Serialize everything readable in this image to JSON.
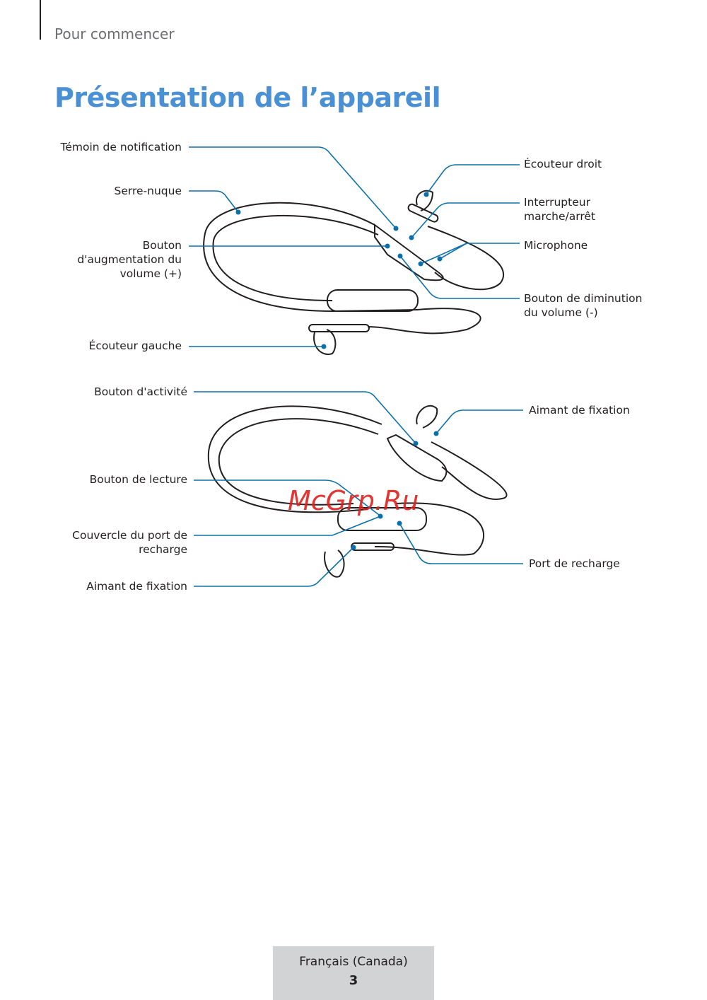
{
  "header": {
    "section": "Pour commencer",
    "title": "Présentation de l’appareil"
  },
  "diagram_top": {
    "labels": {
      "notification": "Témoin de notification",
      "neckband": "Serre-nuque",
      "volume_up": [
        "Bouton",
        "d'augmentation du",
        "volume (+)"
      ],
      "left_earbud": "Écouteur gauche",
      "right_earbud": "Écouteur droit",
      "power": [
        "Interrupteur",
        "marche/arrêt"
      ],
      "microphone": "Microphone",
      "volume_down": [
        "Bouton de diminution",
        "du volume (-)"
      ]
    }
  },
  "diagram_bottom": {
    "labels": {
      "activity": "Bouton d'activité",
      "play": "Bouton de lecture",
      "port_cover": [
        "Couvercle du port de",
        "recharge"
      ],
      "magnet_left": "Aimant de fixation",
      "magnet_right": "Aimant de fixation",
      "charging_port": "Port de recharge"
    }
  },
  "watermark": "McGrp.Ru",
  "footer": {
    "language": "Français (Canada)",
    "page": "3"
  },
  "colors": {
    "accent": "#4a90d4",
    "leader": "#0a70aa"
  }
}
